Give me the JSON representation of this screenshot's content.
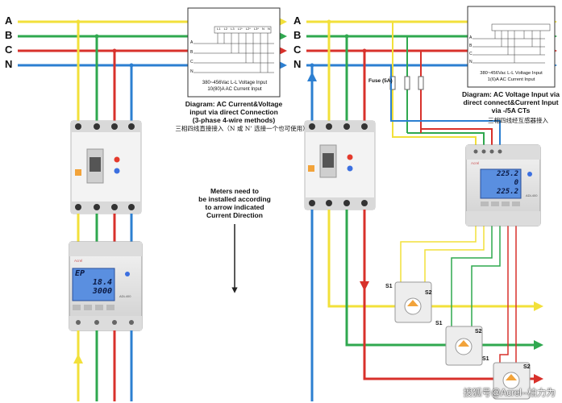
{
  "phases": {
    "a": "A",
    "b": "B",
    "c": "C",
    "n": "N"
  },
  "inset_left": {
    "terminals": [
      "L1",
      "L2",
      "L3",
      "L1*",
      "L2*",
      "L3*",
      "N",
      "N"
    ],
    "row_labels": [
      "A",
      "B",
      "C",
      "N"
    ],
    "line1": "380~456Vac L-L Voltage Input",
    "line2": "10(80)A AC Current Input"
  },
  "inset_right": {
    "row_labels": [
      "A",
      "B",
      "C",
      "N"
    ],
    "line1": "380~456Vac L-L Voltage Input",
    "line2": "1(6)A AC Current Input"
  },
  "caption_left": {
    "line1": "Diagram: AC Current&Voltage",
    "line2": "input via direct Connection",
    "line3": "(3-phase 4-wire methods)",
    "cn": "三相四线直接接入（N 或 N’ 选接一个也可使用）"
  },
  "caption_right": {
    "line1": "Diagram: AC Voltage Input via",
    "line2": "direct connect&Current Input",
    "line3": "via -/5A CTs",
    "cn": "三相四线经互感器接入"
  },
  "center_note": {
    "line1": "Meters need to",
    "line2": "be installed according",
    "line3": "to arrow indicated",
    "line4": "Current Direction"
  },
  "fuse_label": "Fuse (5A)",
  "ct_labels": {
    "ct1_s1": "S1",
    "ct1_s2": "S2",
    "ct2_s1": "S1",
    "ct2_s2": "S2",
    "ct3_s1": "S1",
    "ct3_s2": "S2"
  },
  "meter_left": {
    "brand": "Acrel",
    "model": "ADL400",
    "l1": "EP",
    "l2": "18.4",
    "l3": "3000"
  },
  "meter_right": {
    "brand": "Acrel",
    "model": "ADL400",
    "l1": "225.2",
    "l2": "0",
    "l3": "225.2"
  },
  "watermark": "搜狐号@Acrel--柏力为",
  "colors": {
    "a": "#f2e03a",
    "b": "#2fa84f",
    "c": "#d8312b",
    "n": "#2c7fd1"
  }
}
